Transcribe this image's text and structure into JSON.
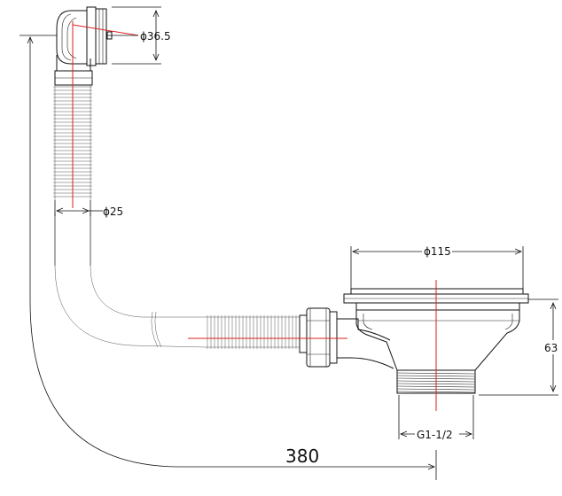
{
  "drawing": {
    "title": "",
    "dimensions": {
      "overflow_diameter": "ϕ36.5",
      "hose_diameter": "ϕ25",
      "basket_diameter": "ϕ115",
      "strainer_height": "63",
      "thread": "G1-1/2",
      "overall_length": "380"
    },
    "colors": {
      "outline": "#111111",
      "centerline": "#dd2222",
      "hose": "#555555"
    }
  }
}
